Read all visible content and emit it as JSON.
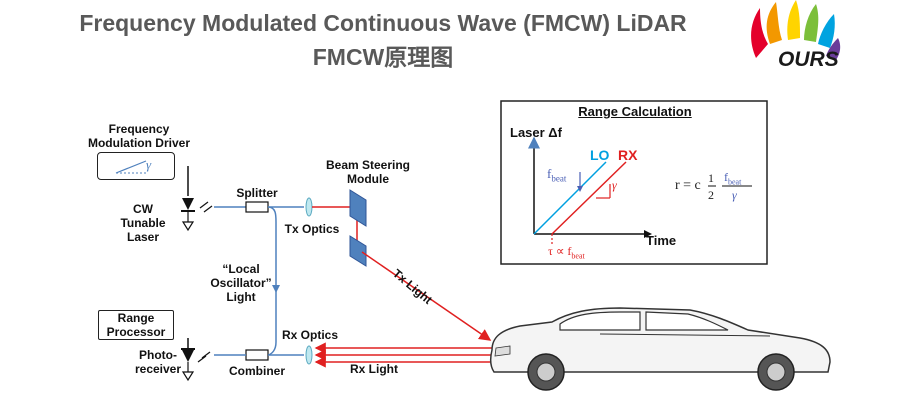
{
  "title": "Frequency Modulated Continuous Wave (FMCW) LiDAR",
  "subtitle": "FMCW原理图",
  "logo_text": "OURS",
  "labels": {
    "fm_driver": "Frequency\nModulation Driver",
    "gamma": "γ",
    "cw_laser": "CW\nTunable\nLaser",
    "splitter": "Splitter",
    "tx_optics": "Tx Optics",
    "beam_steering": "Beam Steering\nModule",
    "tx_light": "Tx Light",
    "lo_light": "“Local\nOscillator”\nLight",
    "range_processor": "Range\nProcessor",
    "photoreceiver": "Photo-\nreceiver",
    "combiner": "Combiner",
    "rx_optics": "Rx Optics",
    "rx_light": "Rx Light"
  },
  "range_calc": {
    "title": "Range Calculation",
    "y_axis": "Laser Δf",
    "x_axis": "Time",
    "lo": "LO",
    "rx": "RX",
    "fbeat": "f",
    "fbeat_sub": "beat",
    "gamma": "γ",
    "tau": "τ ∝ f",
    "tau_sub": "beat",
    "formula_r": "r = c",
    "formula_num": "1",
    "formula_den": "2",
    "formula_frac_num": "f",
    "formula_frac_num_sub": "beat",
    "formula_frac_den": "γ"
  },
  "colors": {
    "title": "#595959",
    "fiber": "#4f81bd",
    "lo_line": "#00a0e0",
    "rx_line": "#e02020",
    "beam": "#e02020",
    "steering": "#4f81bd",
    "formula": "#4a5fb5"
  }
}
